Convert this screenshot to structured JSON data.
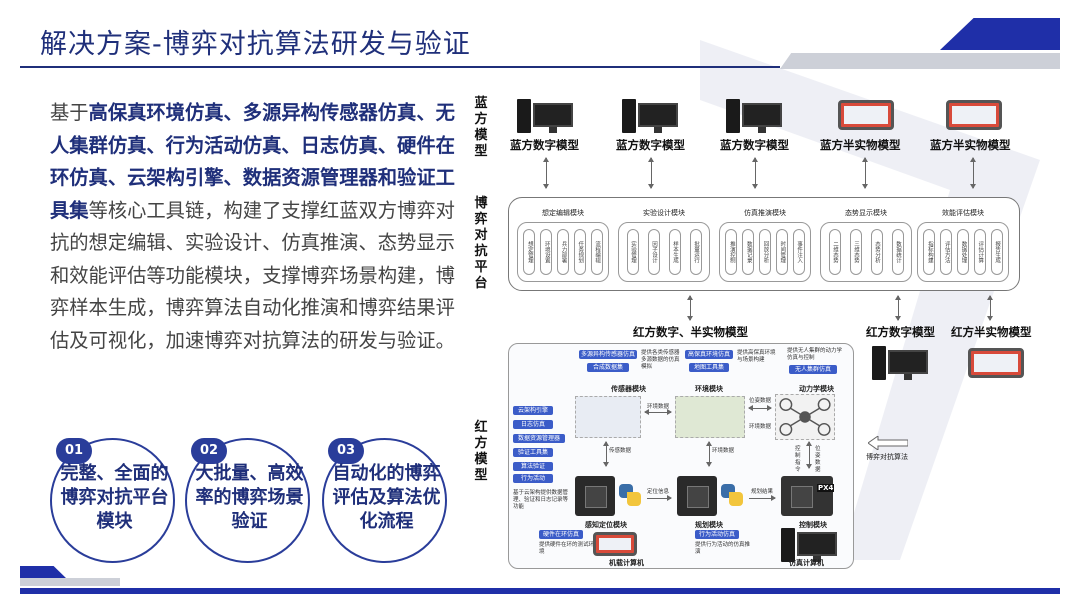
{
  "header": {
    "title": "解决方案-博弈对抗算法研发与验证"
  },
  "intro": {
    "p1": "基于",
    "b1": "高保真环境仿真、多源异构传感器仿真、无人集群仿真、行为活动仿真、日志仿真、硬件在环仿真、云架构引擎、数据资源管理器和验证工具集",
    "p2": "等核心工具链，构建了支撑红蓝双方博弈对抗的想定编辑、实验设计、仿真推演、态势显示和效能评估等功能模块，支撑博弈场景构建，博弈样本生成，博弈算法自动化推演和博弈结果评估及可视化，加速博弈对抗算法的研发与验证。"
  },
  "features": [
    {
      "num": "01",
      "text": "完整、全面的博弈对抗平台模块"
    },
    {
      "num": "02",
      "text": "大批量、高效率的博弈场景验证"
    },
    {
      "num": "03",
      "text": "自动化的博弈评估及算法优化流程"
    }
  ],
  "diagram": {
    "blue_label": "蓝方模型",
    "platform_label": "博弈对抗平台",
    "red_label": "红方模型",
    "blue_models": [
      "蓝方数字模型",
      "蓝方数字模型",
      "蓝方数字模型",
      "蓝方半实物模型",
      "蓝方半实物模型"
    ],
    "modules": [
      {
        "title": "想定编辑模块",
        "items": [
          "想定管理",
          "环境设置",
          "兵力部署",
          "任务规划",
          "流程编辑"
        ]
      },
      {
        "title": "实验设计模块",
        "items": [
          "实验管理",
          "因子设计",
          "样本生成",
          "批量运行"
        ]
      },
      {
        "title": "仿真推演模块",
        "items": [
          "推演控制",
          "数据记录",
          "回放分析",
          "时间管理",
          "事件注入"
        ]
      },
      {
        "title": "态势显示模块",
        "items": [
          "二维态势",
          "三维态势",
          "态势分析",
          "数据统计"
        ]
      },
      {
        "title": "效能评估模块",
        "items": [
          "指标构建",
          "评估方法",
          "数据处理",
          "评估计算",
          "报告生成"
        ]
      }
    ],
    "red_mixed_label": "红方数字、半实物模型",
    "red_digital_label": "红方数字模型",
    "red_semi_label": "红方半实物模型",
    "game_algo_label": "博弈对抗算法",
    "red_detail": {
      "tags_top": [
        "多源异构传感器仿真",
        "合成数据集",
        "高保真环境仿真",
        "地图工具集",
        "无人集群仿真"
      ],
      "notes_top": [
        "提供各类传感器多源数据的仿真模拟",
        "提供高保真环境与场景构建",
        "提供无人集群的动力学仿真与控制"
      ],
      "tags_left": [
        "云架构引擎",
        "日志仿真",
        "数据资源管理器",
        "验证工具集",
        "算法验证",
        "行为活动"
      ],
      "note_left": "基于云架构提供数据管理、验证和日志记录等功能",
      "tags_bottom": [
        "硬件在环仿真",
        "行为活动仿真"
      ],
      "notes_bottom": [
        "提供硬件在环的测试环境",
        "提供行为活动的仿真推演"
      ],
      "block_sensor": "传感器模块",
      "block_env": "环境模块",
      "block_dyn": "动力学模块",
      "block_perception": "感知定位模块",
      "block_planning": "规划模块",
      "block_control": "控制模块",
      "onboard_pc": "机载计算机",
      "sim_pc": "仿真计算机",
      "flow": [
        "环境数据",
        "位姿数据",
        "环境数据",
        "传感数据",
        "环境数据",
        "定位信息",
        "规划结果",
        "控制指令",
        "位姿数据"
      ],
      "px4": "PX4"
    }
  }
}
